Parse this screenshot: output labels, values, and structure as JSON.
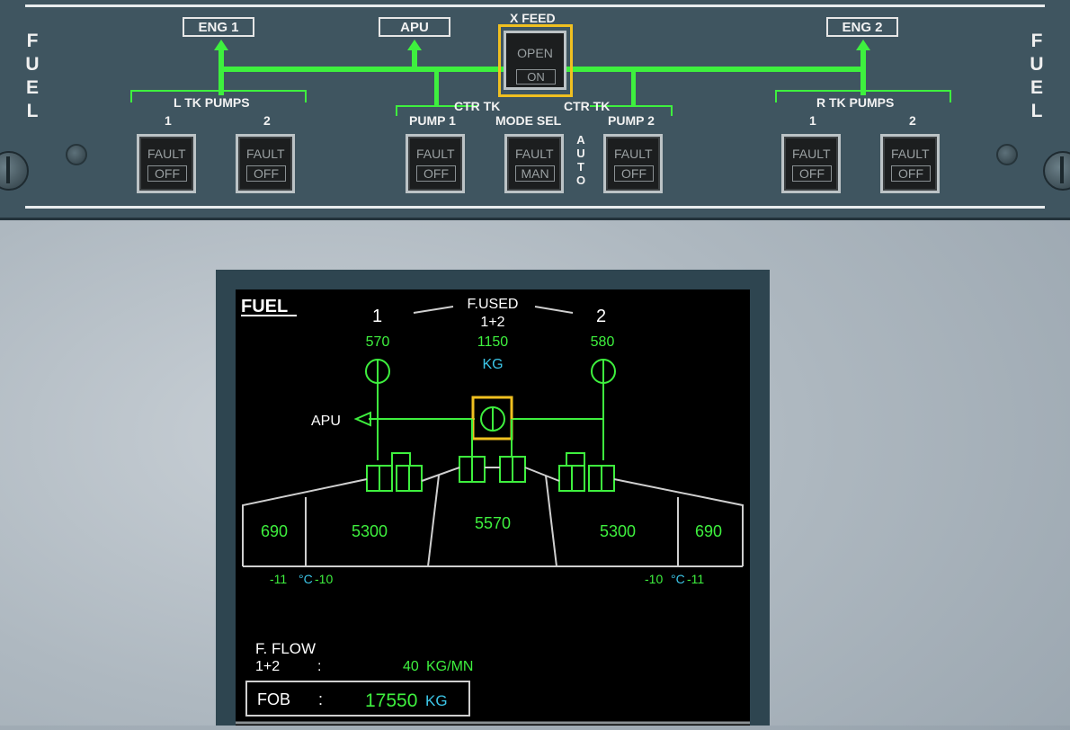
{
  "panel": {
    "side_label_left": "F\nU\nE\nL",
    "side_label_right": "F\nU\nE\nL",
    "eng1": "ENG 1",
    "apu": "APU",
    "eng2": "ENG 2",
    "xfeed_title": "X FEED",
    "xfeed_top": "OPEN",
    "xfeed_bottom": "ON",
    "l_tk_pumps": "L TK PUMPS",
    "r_tk_pumps": "R TK PUMPS",
    "ctr_tk_left": "CTR TK",
    "ctr_tk_right": "CTR TK",
    "pump1": "PUMP 1",
    "mode_sel": "MODE SEL",
    "pump2": "PUMP 2",
    "num1": "1",
    "num2": "2",
    "auto": "A\nU\nT\nO",
    "buttons": {
      "l1": {
        "top": "FAULT",
        "bottom": "OFF"
      },
      "l2": {
        "top": "FAULT",
        "bottom": "OFF"
      },
      "c1": {
        "top": "FAULT",
        "bottom": "OFF"
      },
      "mode": {
        "top": "FAULT",
        "bottom": "MAN"
      },
      "c2": {
        "top": "FAULT",
        "bottom": "OFF"
      },
      "r1": {
        "top": "FAULT",
        "bottom": "OFF"
      },
      "r2": {
        "top": "FAULT",
        "bottom": "OFF"
      }
    }
  },
  "ecam": {
    "title": "FUEL",
    "eng1_label": "1",
    "eng2_label": "2",
    "fused_label": "F.USED",
    "fused_sub": "1+2",
    "eng1_used": "570",
    "total_used": "1150",
    "eng2_used": "580",
    "used_unit": "KG",
    "apu_label": "APU",
    "tanks": {
      "left_outer": "690",
      "left_inner": "5300",
      "center": "5570",
      "right_inner": "5300",
      "right_outer": "690"
    },
    "left_temp": "-11",
    "left_temp_unit": "°C",
    "left_temp2": "-10",
    "right_temp": "-10",
    "right_temp_unit": "°C",
    "right_temp2": "-11",
    "fflow_label": "F. FLOW",
    "fflow_sub": "1+2",
    "fflow_colon": ":",
    "fflow_value": "40",
    "fflow_unit": "KG/MN",
    "fob_label": "FOB",
    "fob_colon": ":",
    "fob_value": "17550",
    "fob_unit": "KG"
  },
  "colors": {
    "green": "#3ef03e",
    "cyan": "#3cc6e8",
    "highlight": "#f0c020"
  }
}
